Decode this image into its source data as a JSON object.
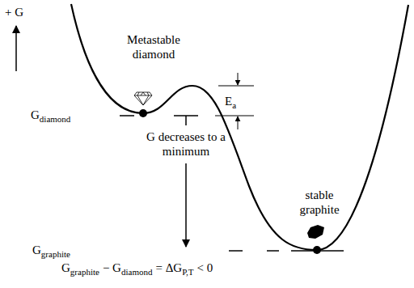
{
  "diagram": {
    "labels": [
      "+ G",
      "Metastable diamond",
      "E",
      "a",
      "G",
      "diamond",
      "G decreases to a minimum",
      "stable graphite",
      "G",
      "graphite",
      "G",
      "graphite",
      "− G",
      "diamond",
      "= ΔG",
      "P,T",
      "< 0"
    ]
  }
}
